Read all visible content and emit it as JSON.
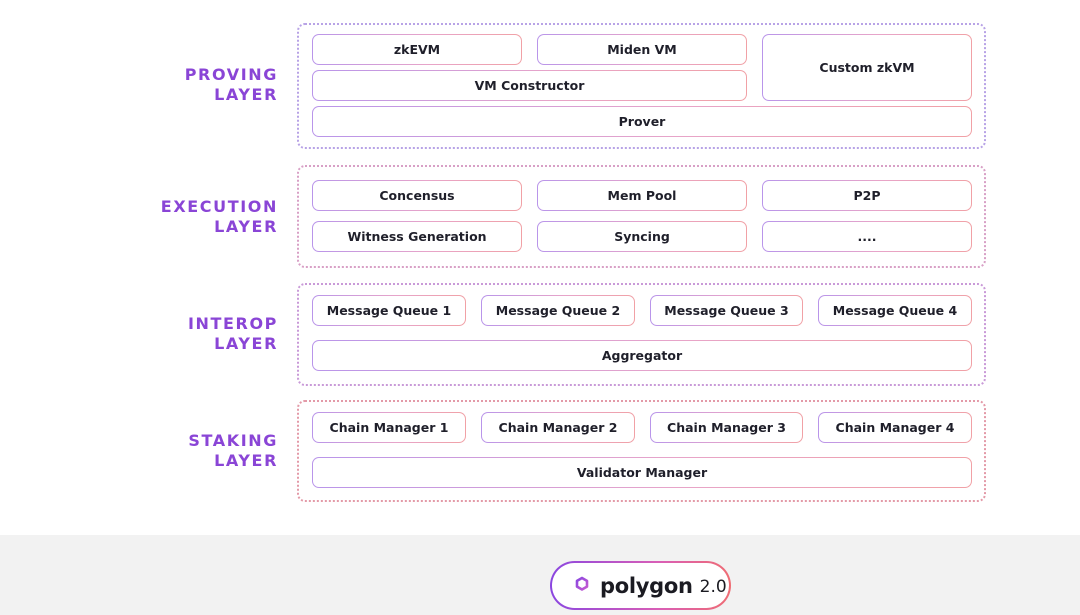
{
  "layers": {
    "proving": {
      "label_line1": "PROVING",
      "label_line2": "LAYER",
      "zkevm": "zkEVM",
      "miden_vm": "Miden VM",
      "custom_zkvm": "Custom zkVM",
      "vm_constructor": "VM Constructor",
      "prover": "Prover"
    },
    "execution": {
      "label_line1": "EXECUTION",
      "label_line2": "LAYER",
      "consensus": "Concensus",
      "mem_pool": "Mem Pool",
      "p2p": "P2P",
      "witness_generation": "Witness Generation",
      "syncing": "Syncing",
      "more": "...."
    },
    "interop": {
      "label_line1": "INTEROP",
      "label_line2": "LAYER",
      "queues": [
        "Message Queue 1",
        "Message Queue 2",
        "Message Queue 3",
        "Message Queue 4"
      ],
      "aggregator": "Aggregator"
    },
    "staking": {
      "label_line1": "STAKING",
      "label_line2": "LAYER",
      "chain_managers": [
        "Chain Manager 1",
        "Chain Manager 2",
        "Chain Manager 3",
        "Chain Manager 4"
      ],
      "validator_manager": "Validator Manager"
    }
  },
  "footer": {
    "brand_name": "polygon",
    "version": "2.0",
    "logo_icon": "polygon-logo-icon"
  },
  "colors": {
    "label_purple": "#8a45d6",
    "gradient_start": "#8a46e0",
    "gradient_end": "#ef6c73"
  }
}
